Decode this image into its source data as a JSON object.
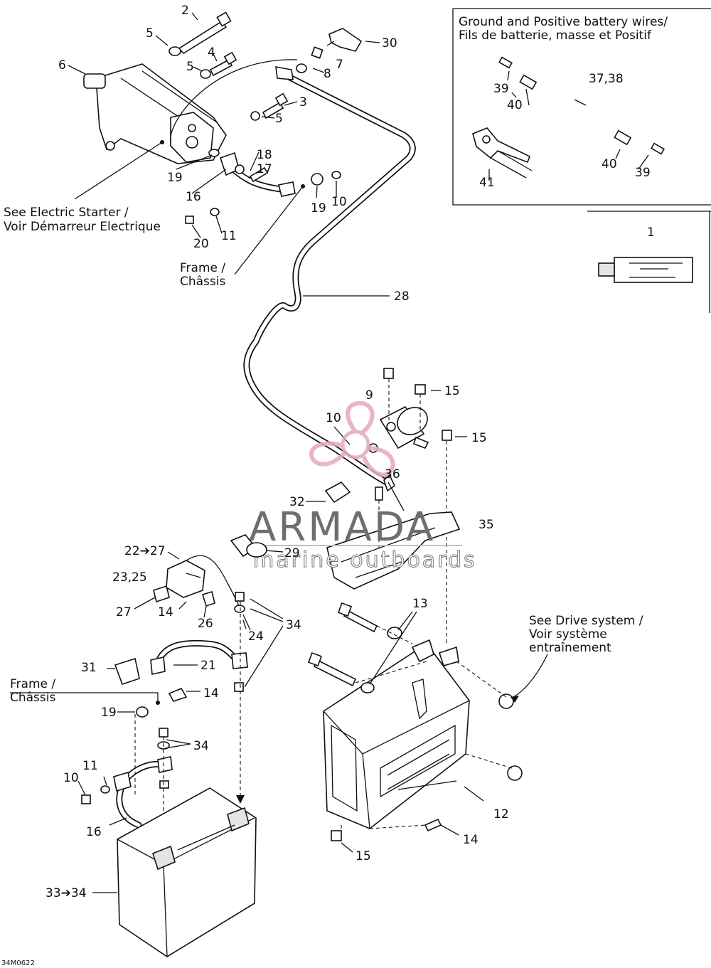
{
  "part_numbers": {
    "n1": "1",
    "n2": "2",
    "n3": "3",
    "n4": "4",
    "n5a": "5",
    "n5b": "5",
    "n5c": "5",
    "n6": "6",
    "n7": "7",
    "n8": "8",
    "n9": "9",
    "n10a": "10",
    "n10b": "10",
    "n10c": "10",
    "n11a": "11",
    "n11b": "11",
    "n12": "12",
    "n13": "13",
    "n14a": "14",
    "n14b": "14",
    "n15a": "15",
    "n15b": "15",
    "n15c": "15",
    "n16a": "16",
    "n16b": "16",
    "n17": "17",
    "n18": "18",
    "n19a": "19",
    "n19b": "19",
    "n19c": "19",
    "n20": "20",
    "n21": "21",
    "n22_27": "22➔27",
    "n23_25": "23,25",
    "n24": "24",
    "n26": "26",
    "n27": "27",
    "n28": "28",
    "n29": "29",
    "n30": "30",
    "n31": "31",
    "n32": "32",
    "n33_34": "33➔34",
    "n34a": "34",
    "n34b": "34",
    "n35": "35",
    "n36": "36",
    "n37_38": "37,38",
    "n39a": "39",
    "n39b": "39",
    "n40a": "40",
    "n40b": "40",
    "n41": "41",
    "n14c": "14"
  },
  "notes": {
    "electric_starter_1": "See Electric Starter /",
    "electric_starter_2": "Voir Démarreur Electrique",
    "frame_top_1": "Frame /",
    "frame_top_2": "Châssis",
    "frame_bottom_1": "Frame /",
    "frame_bottom_2": "Châssis",
    "drive_1": "See Drive system /",
    "drive_2": "Voir système",
    "drive_3": "entraînement"
  },
  "inset": {
    "title_1": "Ground and Positive battery wires/",
    "title_2": "Fils de batterie, masse et Positif"
  },
  "figure_code": "34M0622",
  "watermark": {
    "brand": "ARMADA",
    "tagline": "marine outboards",
    "logo_color": "#e6a8c2",
    "text_color": "#6e6e6e"
  }
}
